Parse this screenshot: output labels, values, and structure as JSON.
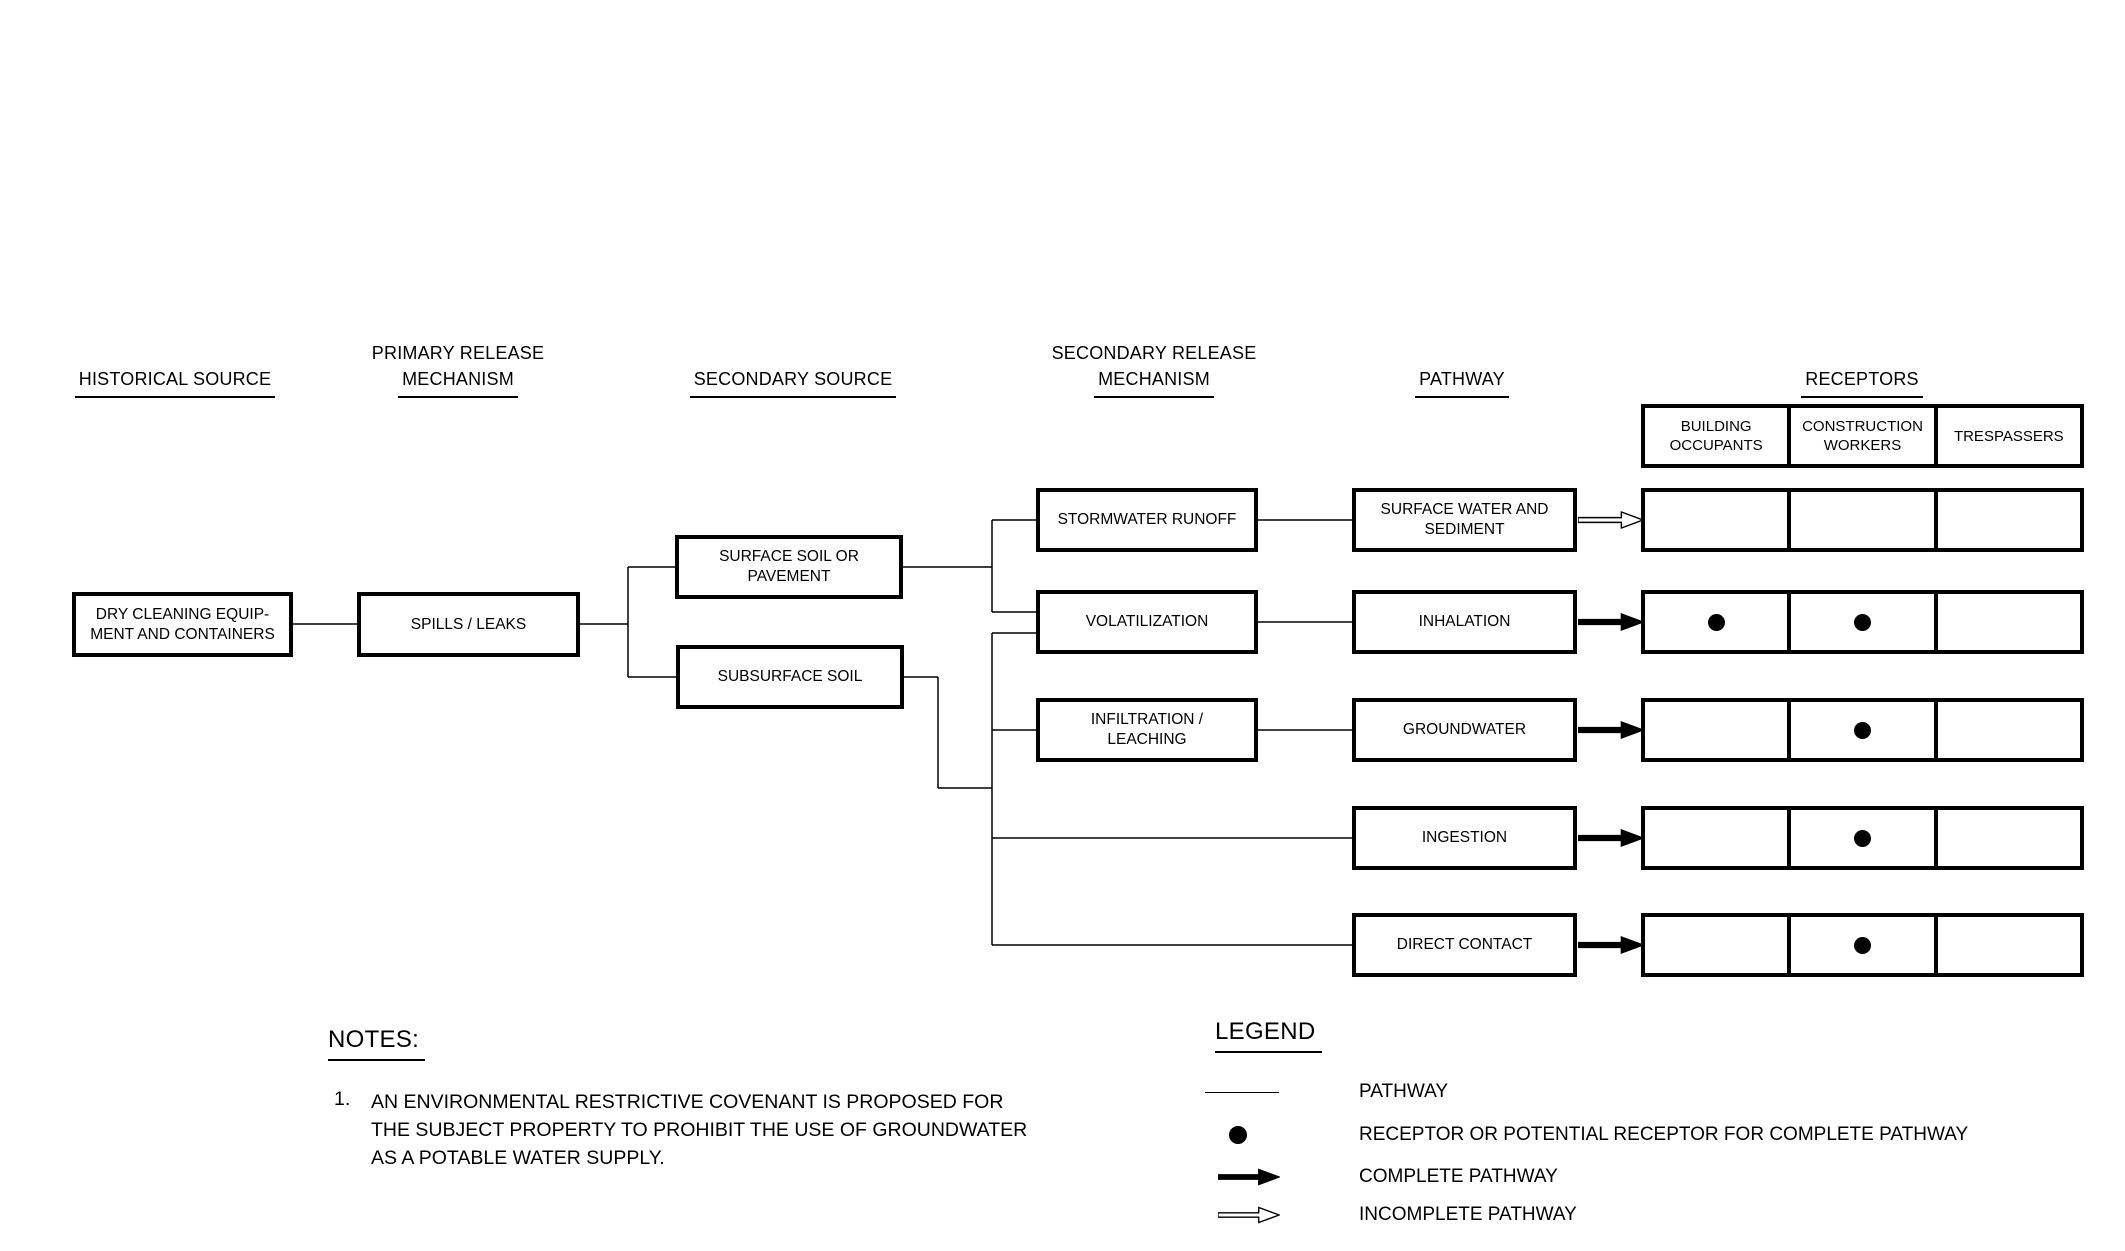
{
  "diagram": {
    "column_headers": {
      "historical_source": "HISTORICAL SOURCE",
      "primary_release_line1": "PRIMARY RELEASE",
      "primary_release_line2": "MECHANISM",
      "secondary_source": "SECONDARY SOURCE",
      "secondary_release_line1": "SECONDARY RELEASE",
      "secondary_release_line2": "MECHANISM",
      "pathway": "PATHWAY",
      "receptors": "RECEPTORS"
    },
    "boxes": {
      "historical_source": "DRY CLEANING EQUIP-\nMENT AND CONTAINERS",
      "primary_release_mechanism": "SPILLS / LEAKS",
      "secondary_sources": [
        "SURFACE SOIL OR\nPAVEMENT",
        "SUBSURFACE SOIL"
      ],
      "secondary_release_mechanisms": [
        "STORMWATER RUNOFF",
        "VOLATILIZATION",
        "INFILTRATION /\nLEACHING"
      ],
      "pathways": [
        "SURFACE WATER AND\nSEDIMENT",
        "INHALATION",
        "GROUNDWATER",
        "INGESTION",
        "DIRECT CONTACT"
      ]
    },
    "receptor_columns": [
      "BUILDING\nOCCUPANTS",
      "CONSTRUCTION\nWORKERS",
      "TRESPASSERS"
    ],
    "receptor_matrix": {
      "rows": [
        {
          "pathway": "SURFACE WATER AND SEDIMENT",
          "arrow": "incomplete",
          "dots": [
            false,
            false,
            false
          ]
        },
        {
          "pathway": "INHALATION",
          "arrow": "complete",
          "dots": [
            true,
            true,
            false
          ]
        },
        {
          "pathway": "GROUNDWATER",
          "arrow": "complete",
          "dots": [
            false,
            true,
            false
          ]
        },
        {
          "pathway": "INGESTION",
          "arrow": "complete",
          "dots": [
            false,
            true,
            false
          ]
        },
        {
          "pathway": "DIRECT CONTACT",
          "arrow": "complete",
          "dots": [
            false,
            true,
            false
          ]
        }
      ]
    }
  },
  "legend": {
    "title": "LEGEND",
    "items": [
      {
        "symbol": "pathway-line",
        "label": "PATHWAY"
      },
      {
        "symbol": "receptor-dot",
        "label": "RECEPTOR OR POTENTIAL RECEPTOR FOR COMPLETE PATHWAY"
      },
      {
        "symbol": "complete-arrow",
        "label": "COMPLETE PATHWAY"
      },
      {
        "symbol": "incomplete-arrow",
        "label": "INCOMPLETE PATHWAY"
      }
    ]
  },
  "notes": {
    "title": "NOTES:",
    "items": [
      {
        "number": "1.",
        "text": "AN ENVIRONMENTAL RESTRICTIVE COVENANT IS PROPOSED FOR\nTHE SUBJECT PROPERTY TO PROHIBIT THE USE OF GROUNDWATER\nAS A POTABLE WATER SUPPLY."
      }
    ]
  },
  "colors": {
    "ink": "#000000",
    "paper": "#ffffff"
  }
}
